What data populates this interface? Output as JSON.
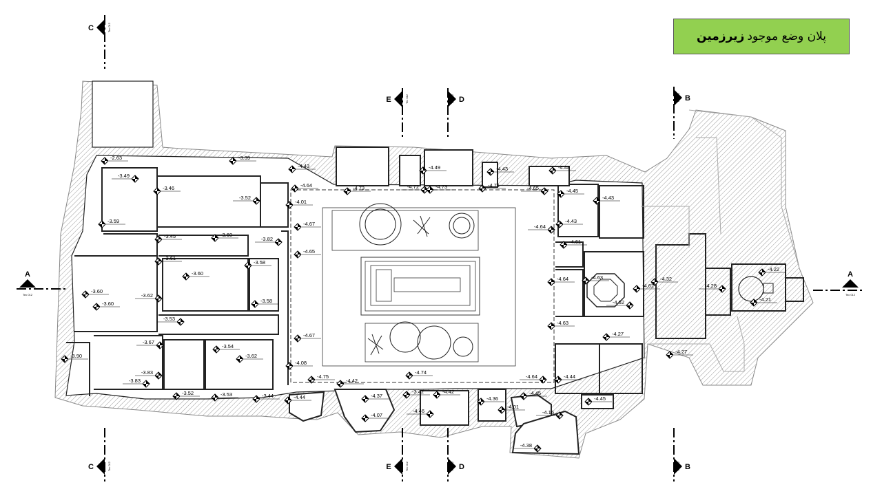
{
  "title": {
    "text": "پلان وضع موجود",
    "bold": "زیرزمین",
    "bg_color": "#92d050"
  },
  "section_markers": [
    {
      "id": "A-left",
      "letter": "A",
      "sub": "Tec 012"
    },
    {
      "id": "A-right",
      "letter": "A",
      "sub": "Tec 012"
    },
    {
      "id": "C-top",
      "letter": "C",
      "sub": "Tec 012"
    },
    {
      "id": "C-bottom",
      "letter": "C",
      "sub": "Tec 012"
    },
    {
      "id": "E-top",
      "letter": "E",
      "sub": "Tec 012"
    },
    {
      "id": "D-top",
      "letter": "D",
      "sub": "Tec 012"
    },
    {
      "id": "E-bottom",
      "letter": "E",
      "sub": "Tec 012"
    },
    {
      "id": "D-bottom",
      "letter": "D",
      "sub": "Tec 012"
    },
    {
      "id": "B-top",
      "letter": "B",
      "sub": "Tec 012"
    },
    {
      "id": "B-bottom",
      "letter": "B",
      "sub": "Tec 012"
    }
  ],
  "levels": [
    "-2.63",
    "-3.39",
    "-3.49",
    "-3.46",
    "-3.52",
    "-3.59",
    "-3.45",
    "-3.60",
    "-3.82",
    "-3.61",
    "-3.58",
    "-3.60",
    "-3.60",
    "-3.62",
    "-3.60",
    "-3.58",
    "-3.53",
    "-3.67",
    "-3.54",
    "-3.62",
    "-3.90",
    "-3.83",
    "-3.83",
    "-3.52",
    "-3.53",
    "-3.44",
    "-4.43",
    "-4.01",
    "-4.67",
    "-4.65",
    "-4.67",
    "-4.08",
    "-4.44",
    "-4.64",
    "-4.73",
    "-4.49",
    "-4.72",
    "-4.73",
    "-4.71",
    "-4.43",
    "-4.65",
    "-4.44",
    "-4.45",
    "-4.43",
    "-4.43",
    "-4.64",
    "-4.61",
    "-4.64",
    "-4.63",
    "-4.62",
    "-4.62",
    "-4.63",
    "-4.27",
    "-4.32",
    "-4.28",
    "-4.22",
    "-4.21",
    "-4.27",
    "-4.44",
    "-4.45",
    "-4.16",
    "-4.38",
    "-4.01",
    "-4.36",
    "-4.42",
    "-4.46",
    "-4.37",
    "-4.07",
    "-4.42",
    "-4.75",
    "-4.74",
    "-4.64",
    "-4.45",
    "-3.42"
  ]
}
